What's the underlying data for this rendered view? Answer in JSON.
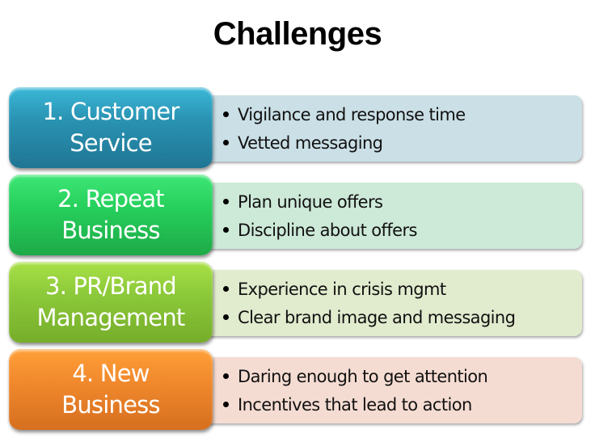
{
  "title": "Challenges",
  "rows": [
    {
      "label": "1. Customer\nService",
      "color": "#2a93b3",
      "detail_color": "#cadfe6",
      "bullets": [
        "Vigilance and response time",
        "Vetted messaging"
      ]
    },
    {
      "label": "2. Repeat\nBusiness",
      "color": "#27d05c",
      "detail_color": "#cde9d8",
      "bullets": [
        "Plan unique offers",
        "Discipline about offers"
      ]
    },
    {
      "label": "3. PR/Brand\nManagement",
      "color": "#8cc93a",
      "detail_color": "#e1ebce",
      "bullets": [
        "Experience in crisis mgmt",
        "Clear brand image and messaging"
      ]
    },
    {
      "label": "4. New\nBusiness",
      "color": "#f1892d",
      "detail_color": "#f5dcd2",
      "bullets": [
        "Daring enough to get attention",
        "Incentives that lead to action"
      ]
    }
  ]
}
